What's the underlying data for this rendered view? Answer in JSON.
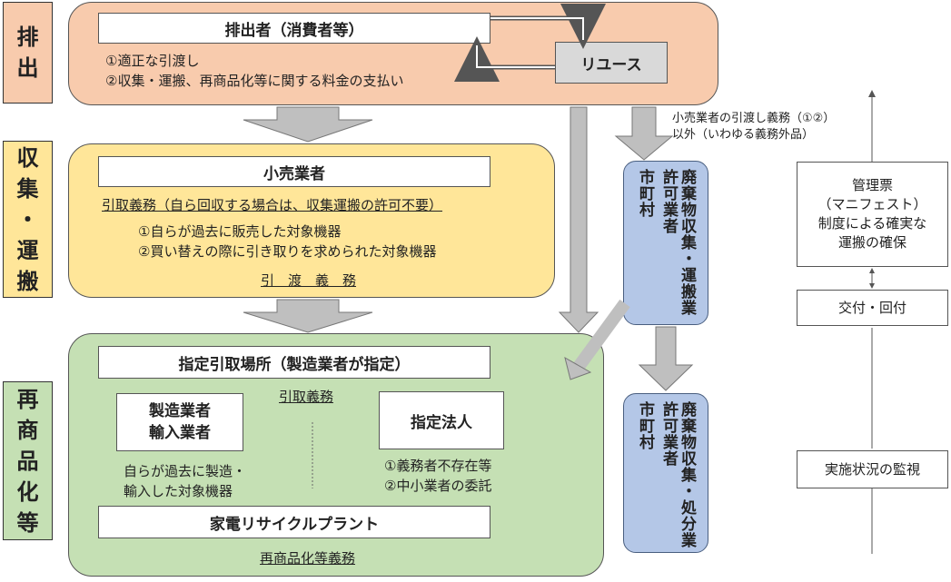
{
  "stages": {
    "discharge": [
      "排",
      "出"
    ],
    "collection": [
      "収",
      "集",
      "・",
      "運",
      "搬"
    ],
    "recycling": [
      "再",
      "商",
      "品",
      "化",
      "等"
    ]
  },
  "discharge": {
    "emitter": "排出者（消費者等）",
    "duty1": "①適正な引渡し",
    "duty2": "②収集・運搬、再商品化等に関する料金の支払い",
    "reuse": "リユース"
  },
  "retailer": {
    "title": "小売業者",
    "takeback": "引取義務（自ら回収する場合は、収集運搬の許可不要）",
    "item1": "①自らが過去に販売した対象機器",
    "item2": "②買い替えの際に引き取りを求められた対象機器",
    "handover": "引　渡　義　務"
  },
  "recycling": {
    "site": "指定引取場所（製造業者が指定）",
    "maker_line1": "製造業者",
    "maker_line2": "輸入業者",
    "takeback": "引取義務",
    "corp": "指定法人",
    "maker_desc1": "自らが過去に製造・",
    "maker_desc2": "輸入した対象機器",
    "corp_desc1": "①義務者不存在等",
    "corp_desc2": "②中小業者の委託",
    "plant": "家電リサイクルプラント",
    "duty": "再商品化等義務"
  },
  "outside_note": {
    "line1": "小売業者の引渡し義務（①②）",
    "line2": "以外（いわゆる義務外品）"
  },
  "municipal_top": {
    "col1": "市町村",
    "col2": "廃棄物収集・運搬業許可業者"
  },
  "municipal_bottom": {
    "col1": "市町村",
    "col2": "廃棄物収集・処分業許可業者"
  },
  "manifest": {
    "box1": [
      "管理票",
      "（マニフェスト）",
      "制度による確実な",
      "運搬の確保"
    ],
    "box2": "交付・回付",
    "box3": "実施状況の監視"
  },
  "colors": {
    "discharge": "#f8cbad",
    "collection": "#ffe699",
    "recycling": "#c5e0b4",
    "arrow_gray": "#bfbfbf",
    "municipal": "#b4c7e7"
  }
}
